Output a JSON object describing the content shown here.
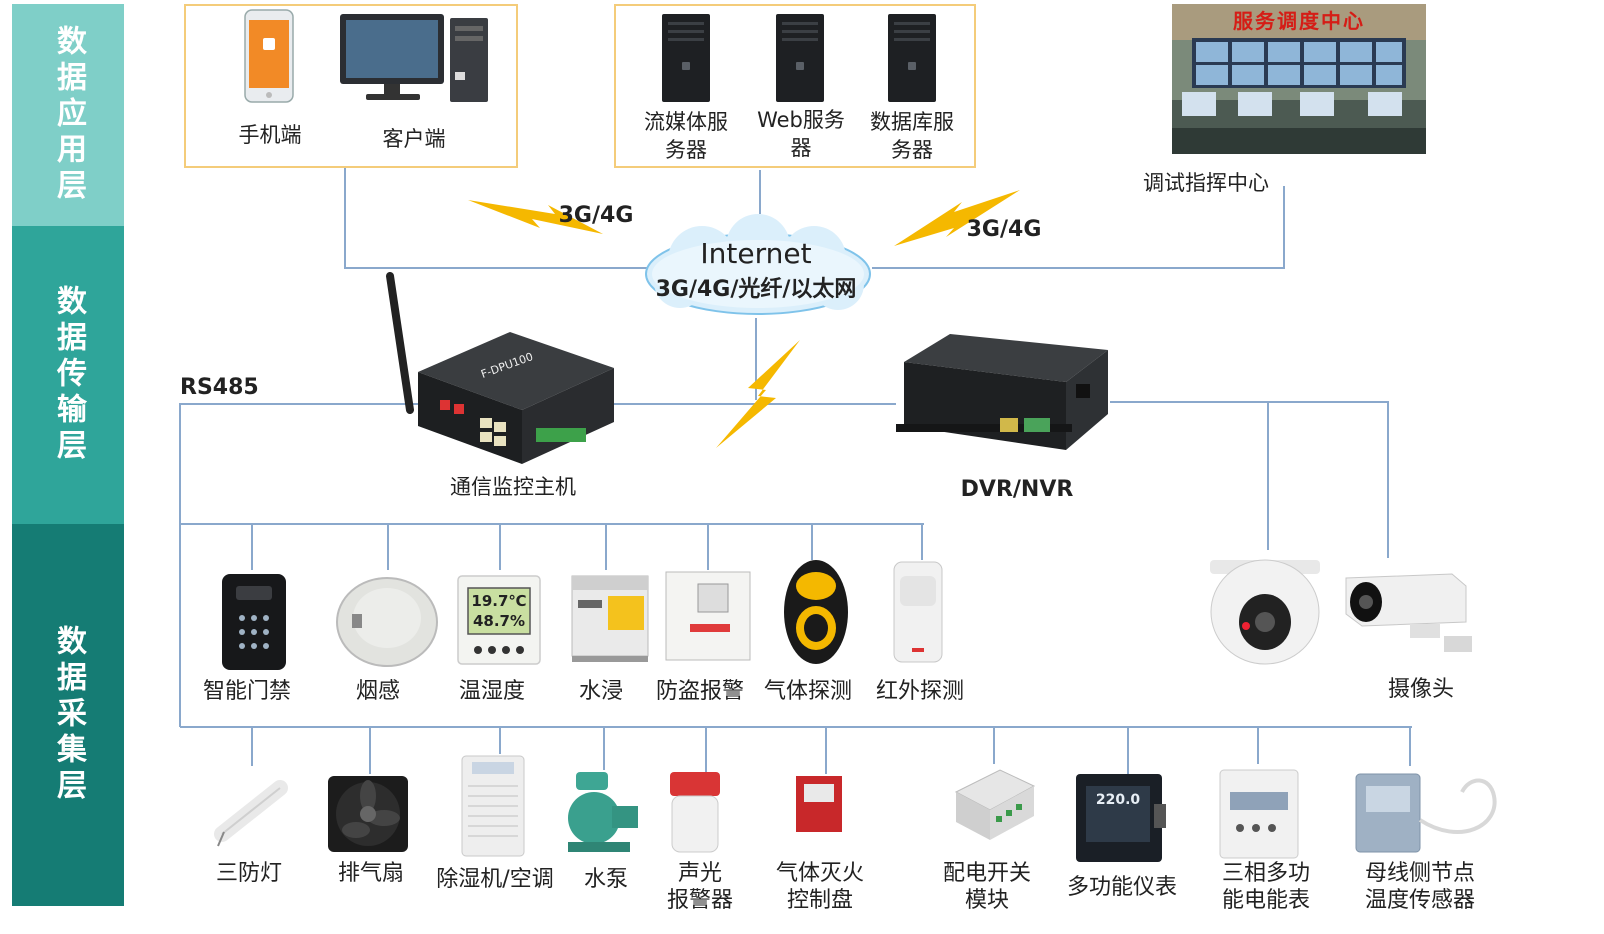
{
  "layers": [
    {
      "label": "数据应用层",
      "color": "#7fcfc8"
    },
    {
      "label": "数据传输层",
      "color": "#2fa59a"
    },
    {
      "label": "数据采集层",
      "color": "#157c74"
    }
  ],
  "application": {
    "mobile": "手机端",
    "client": "客户端",
    "stream_server": "流媒体服务器",
    "web_server": "Web服务器",
    "db_server": "数据库服务器",
    "command_center": "调试指挥中心",
    "command_center_sign": "服务调度中心"
  },
  "network": {
    "cloud_title": "Internet",
    "cloud_subtitle": "3G/4G/光纤/以太网",
    "link_left": "3G/4G",
    "link_right": "3G/4G"
  },
  "transport": {
    "rs485": "RS485",
    "host": "通信监控主机",
    "host_badge": "F-DPU100",
    "dvr": "DVR/NVR"
  },
  "sensors": [
    "智能门禁",
    "烟感",
    "温湿度",
    "水浸",
    "防盗报警",
    "气体探测",
    "红外探测"
  ],
  "camera": "摄像头",
  "thermo_readings": [
    "19.7℃",
    "48.7%"
  ],
  "meter_reading": "220.0",
  "actuators": [
    {
      "l1": "三防灯",
      "l2": ""
    },
    {
      "l1": "排气扇",
      "l2": ""
    },
    {
      "l1": "除湿机/空调",
      "l2": ""
    },
    {
      "l1": "水泵",
      "l2": ""
    },
    {
      "l1": "声光",
      "l2": "报警器"
    },
    {
      "l1": "气体灭火",
      "l2": "控制盘"
    },
    {
      "l1": "配电开关",
      "l2": "模块"
    },
    {
      "l1": "多功能仪表",
      "l2": ""
    },
    {
      "l1": "三相多功",
      "l2": "能电能表"
    },
    {
      "l1": "母线侧节点",
      "l2": "温度传感器"
    }
  ],
  "colors": {
    "line": "#8aa8cc",
    "frame": "#f4cc7a",
    "bolt": "#f5b800",
    "cloud": "#9fd6f3"
  }
}
